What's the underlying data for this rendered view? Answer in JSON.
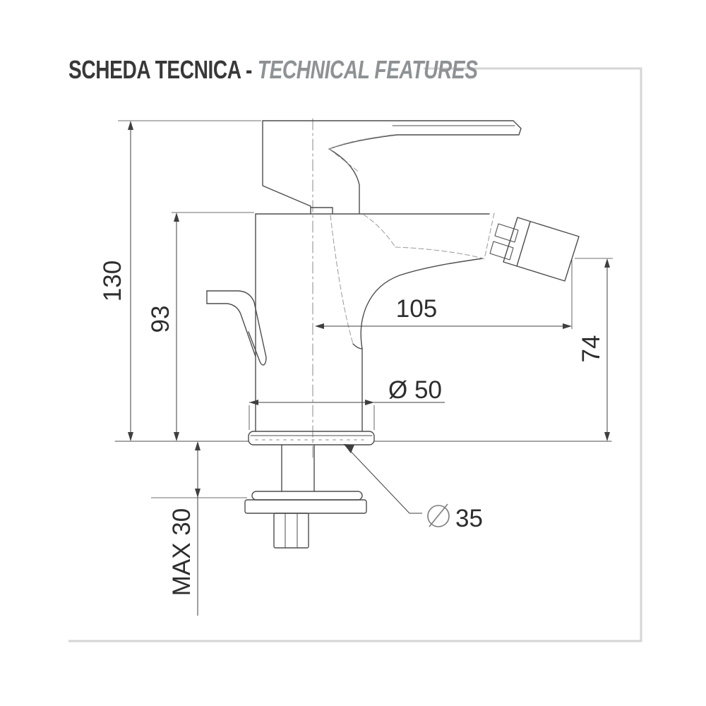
{
  "title": {
    "primary": "SCHEDA TECNICA -",
    "secondary": "TECHNICAL FEATURES"
  },
  "drawing": {
    "type": "technical-drawing",
    "subject": "single-lever bidet mixer tap, side elevation with installation dimensions",
    "units": "mm",
    "labels": {
      "height_total": "130",
      "height_body": "93",
      "reach": "105",
      "spout_height": "74",
      "base_diameter": "Ø 50",
      "hole_diameter": "35",
      "max_thickness": "MAX 30"
    },
    "dimensions_mm": {
      "total_height": 130,
      "body_height_above_deck": 93,
      "spout_reach_from_axis": 105,
      "outlet_height_above_deck": 74,
      "base_flange_diameter": 50,
      "installation_hole_diameter": 35,
      "max_deck_thickness": 30
    },
    "symbols": {
      "diameter_sign": "Ø"
    }
  },
  "colors": {
    "outline": "#4d4d4d",
    "hidden_line": "#9a9a9a",
    "dimension_line": "#3f3f3f",
    "frame": "#d5d5d5",
    "title_primary": "#383838",
    "title_secondary": "#8e9295"
  }
}
